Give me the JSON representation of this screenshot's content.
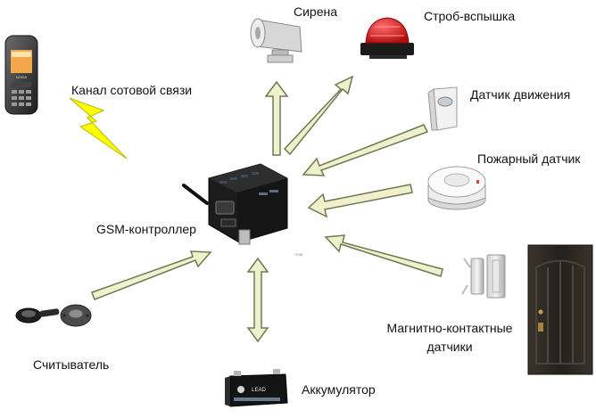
{
  "labels": {
    "siren": "Сирена",
    "strobe": "Строб-вспышка",
    "motion": "Датчик движения",
    "fire": "Пожарный датчик",
    "cellular": "Канал сотовой связи",
    "controller": "GSM-контроллер",
    "magnetic_line1": "Магнитно-контактные",
    "magnetic_line2": "датчики",
    "reader": "Считыватель",
    "battery": "Аккумулятор"
  },
  "device_text": {
    "phone_brand": "NOKIA",
    "battery_brand": "LEAD",
    "controller_mark": "GSM"
  },
  "colors": {
    "arrow_fill": "#f1f0cc",
    "arrow_stroke": "#6d7a52",
    "lightning": "#ffff00",
    "strobe_red": "#e01a1a",
    "controller_body": "#1c1c1c",
    "door": "#2a2622"
  }
}
